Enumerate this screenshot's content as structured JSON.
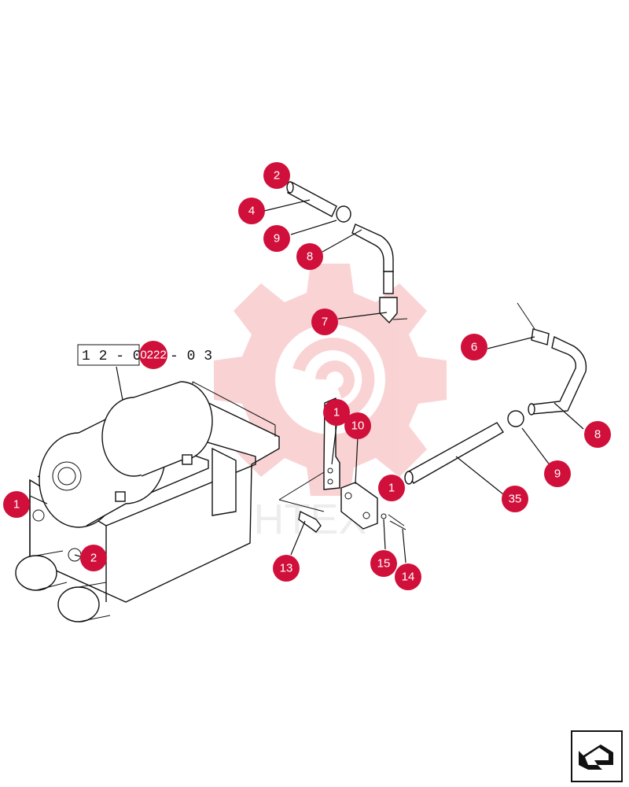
{
  "reference": {
    "label": "1 2 - 0",
    "label_tail": "- 0 3",
    "overlay": "0222"
  },
  "callouts": [
    {
      "id": "c-2-top",
      "label": "2"
    },
    {
      "id": "c-4",
      "label": "4"
    },
    {
      "id": "c-9-top",
      "label": "9"
    },
    {
      "id": "c-8-top",
      "label": "8"
    },
    {
      "id": "c-7",
      "label": "7"
    },
    {
      "id": "c-6",
      "label": "6"
    },
    {
      "id": "c-8-right",
      "label": "8"
    },
    {
      "id": "c-9-right",
      "label": "9"
    },
    {
      "id": "c-35",
      "label": "35"
    },
    {
      "id": "c-1-right",
      "label": "1"
    },
    {
      "id": "c-1-mid",
      "label": "1"
    },
    {
      "id": "c-10",
      "label": "10"
    },
    {
      "id": "c-13",
      "label": "13"
    },
    {
      "id": "c-15",
      "label": "15"
    },
    {
      "id": "c-14",
      "label": "14"
    },
    {
      "id": "c-1-left",
      "label": "1"
    },
    {
      "id": "c-2-left",
      "label": "2"
    }
  ],
  "watermark": {
    "text": "ИНТЕХ"
  },
  "colors": {
    "callout": "#d0103a",
    "watermark": "#e8393f",
    "line": "#111111"
  },
  "nav": {
    "icon": "back-arrow-icon"
  }
}
